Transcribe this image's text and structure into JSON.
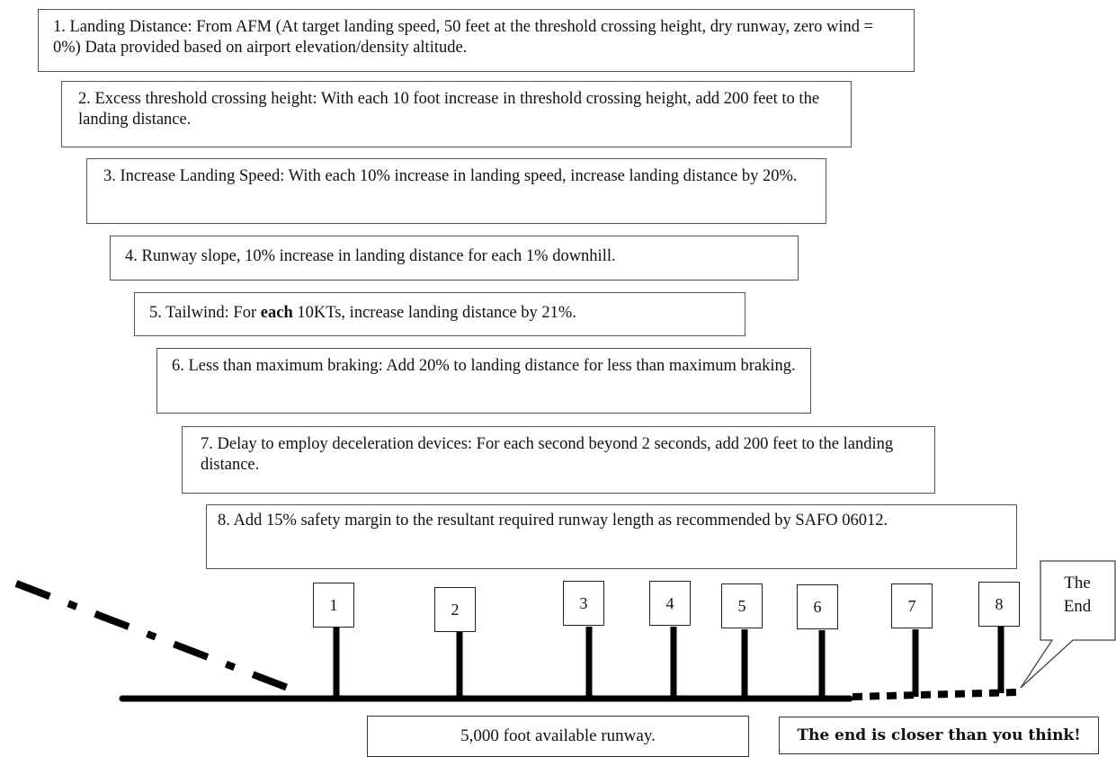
{
  "notes": {
    "n1": "1. Landing Distance: From AFM (At target landing speed, 50 feet at the threshold crossing height, dry runway, zero wind  = 0%) Data provided based on airport elevation/density altitude.",
    "n2": "2. Excess threshold crossing height: With each 10 foot increase in threshold crossing height, add 200 feet to the landing distance.",
    "n3": "3. Increase Landing Speed: With each 10% increase in landing speed, increase landing distance by 20%.",
    "n4": "4. Runway slope, 10% increase in landing distance for each 1% downhill.",
    "n5_pre": "5. Tailwind: For ",
    "n5_bold": "each",
    "n5_post": " 10KTs, increase landing distance by 21%.",
    "n6": "6. Less than maximum braking: Add 20% to landing distance for less than maximum braking.",
    "n7": "7. Delay to employ deceleration devices: For each second beyond 2 seconds, add 200 feet to the landing distance.",
    "n8": "8. Add 15% safety margin to the resultant required runway length as recommended by SAFO 06012."
  },
  "markers": [
    "1",
    "2",
    "3",
    "4",
    "5",
    "6",
    "7",
    "8"
  ],
  "callout": "The End",
  "runway_label": "5,000 foot available runway.",
  "warning": "The end is closer than you think!",
  "colors": {
    "line": "#000000",
    "border": "#555555"
  }
}
